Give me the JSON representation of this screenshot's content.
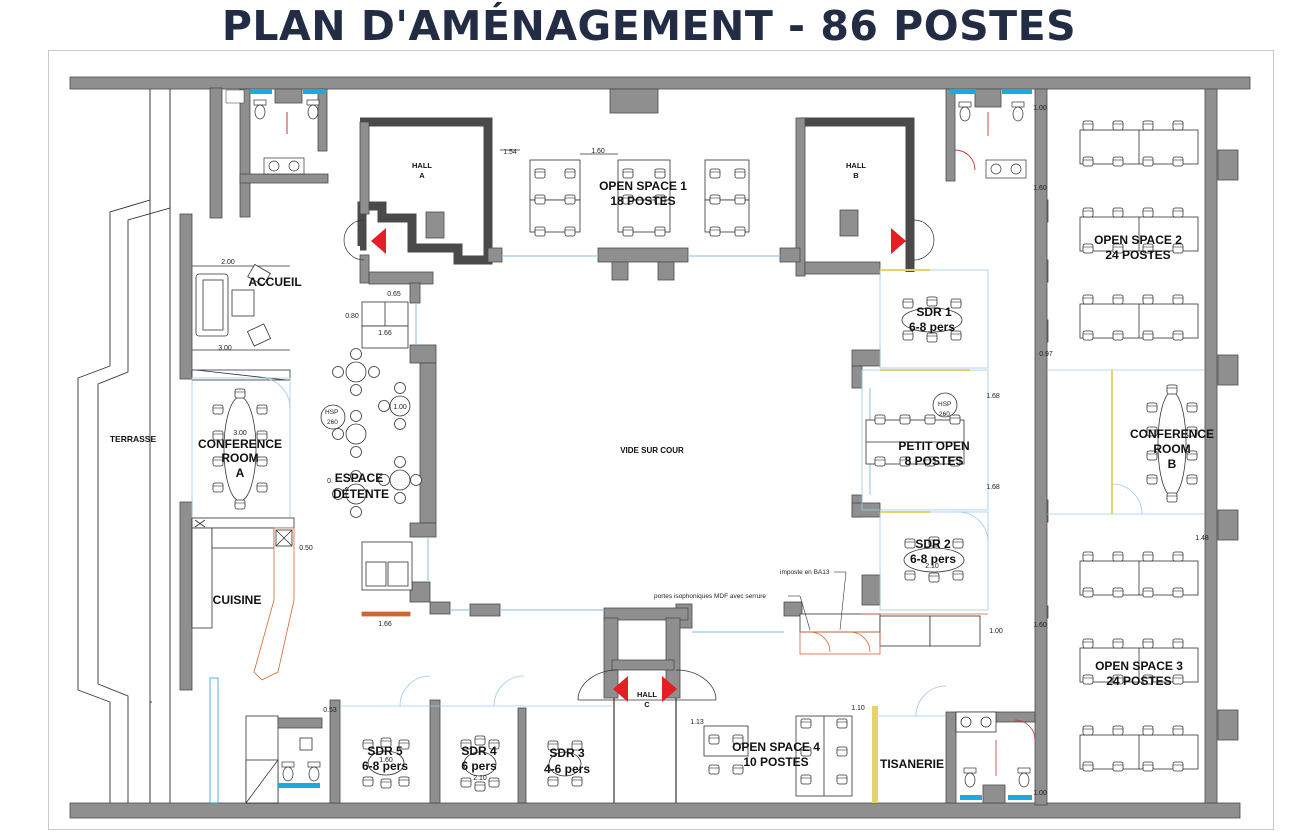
{
  "title": "PLAN D'AMÉNAGEMENT - 86 POSTES",
  "rooms": {
    "terrasse": "TERRASSE",
    "accueil": "ACCUEIL",
    "conference_a": [
      "CONFERENCE",
      "ROOM",
      "A"
    ],
    "cuisine": "CUISINE",
    "espace_detente": [
      "ESPACE",
      "DÉTENTE"
    ],
    "hall_a": [
      "HALL",
      "A"
    ],
    "hall_b": [
      "HALL",
      "B"
    ],
    "hall_c": [
      "HALL",
      "C"
    ],
    "open_space_1": [
      "OPEN SPACE 1",
      "18 POSTES"
    ],
    "open_space_2": [
      "OPEN SPACE 2",
      "24 POSTES"
    ],
    "open_space_3": [
      "OPEN SPACE 3",
      "24 POSTES"
    ],
    "open_space_4": [
      "OPEN SPACE 4",
      "10 POSTES"
    ],
    "vide_sur_cour": "VIDE SUR COUR",
    "sdr1": [
      "SDR 1",
      "6-8 pers"
    ],
    "sdr2": [
      "SDR 2",
      "6-8 pers"
    ],
    "sdr3": [
      "SDR 3",
      "4-6 pers"
    ],
    "sdr4": [
      "SDR 4",
      "6 pers"
    ],
    "sdr5": [
      "SDR 5",
      "6-8 pers"
    ],
    "petit_open": [
      "PETIT OPEN",
      "8 POSTES"
    ],
    "conference_b": [
      "CONFERENCE",
      "ROOM",
      "B"
    ],
    "tisanerie": "TISANERIE"
  },
  "annotations": {
    "imposte": "imposte en BA13",
    "portes": "portes isophoniques MDF avec serrure",
    "hsp_left": [
      "HSP",
      "260"
    ],
    "hsp_right": [
      "HSP",
      "260"
    ]
  },
  "dimensions": {
    "d_154": "1.54",
    "d_160_top": "1.60",
    "d_200": "2.00",
    "d_300_accueil": "3.00",
    "d_065": "0.65",
    "d_080": "0.80",
    "d_166_top": "1.66",
    "d_100_detente": "1.00",
    "d_300_conf": "3.00",
    "d_050": "0.50",
    "d_166_bot": "1.66",
    "d_053": "0.53",
    "d_113": "1.13",
    "d_110": "1.10",
    "d_168_a": "1.68",
    "d_168_b": "1.68",
    "d_100_right": "1.00",
    "d_160_os2": "1.60",
    "d_097": "0.97",
    "d_148": "1.48",
    "d_160_os3": "1.60",
    "d_100_bottom": "1.00",
    "d_160_sdr5": "1.60",
    "d_210_sdr4": "2.10",
    "d_210_sdr2": "2.10",
    "d_0": "0."
  },
  "colors": {
    "title": "#232c45",
    "wall": "#8f8f8f",
    "arrow": "#e31e24",
    "window": "#1fa8e0",
    "door": "#cc3333",
    "glass": "#9ccbe6",
    "partition": "#e6d36a"
  }
}
